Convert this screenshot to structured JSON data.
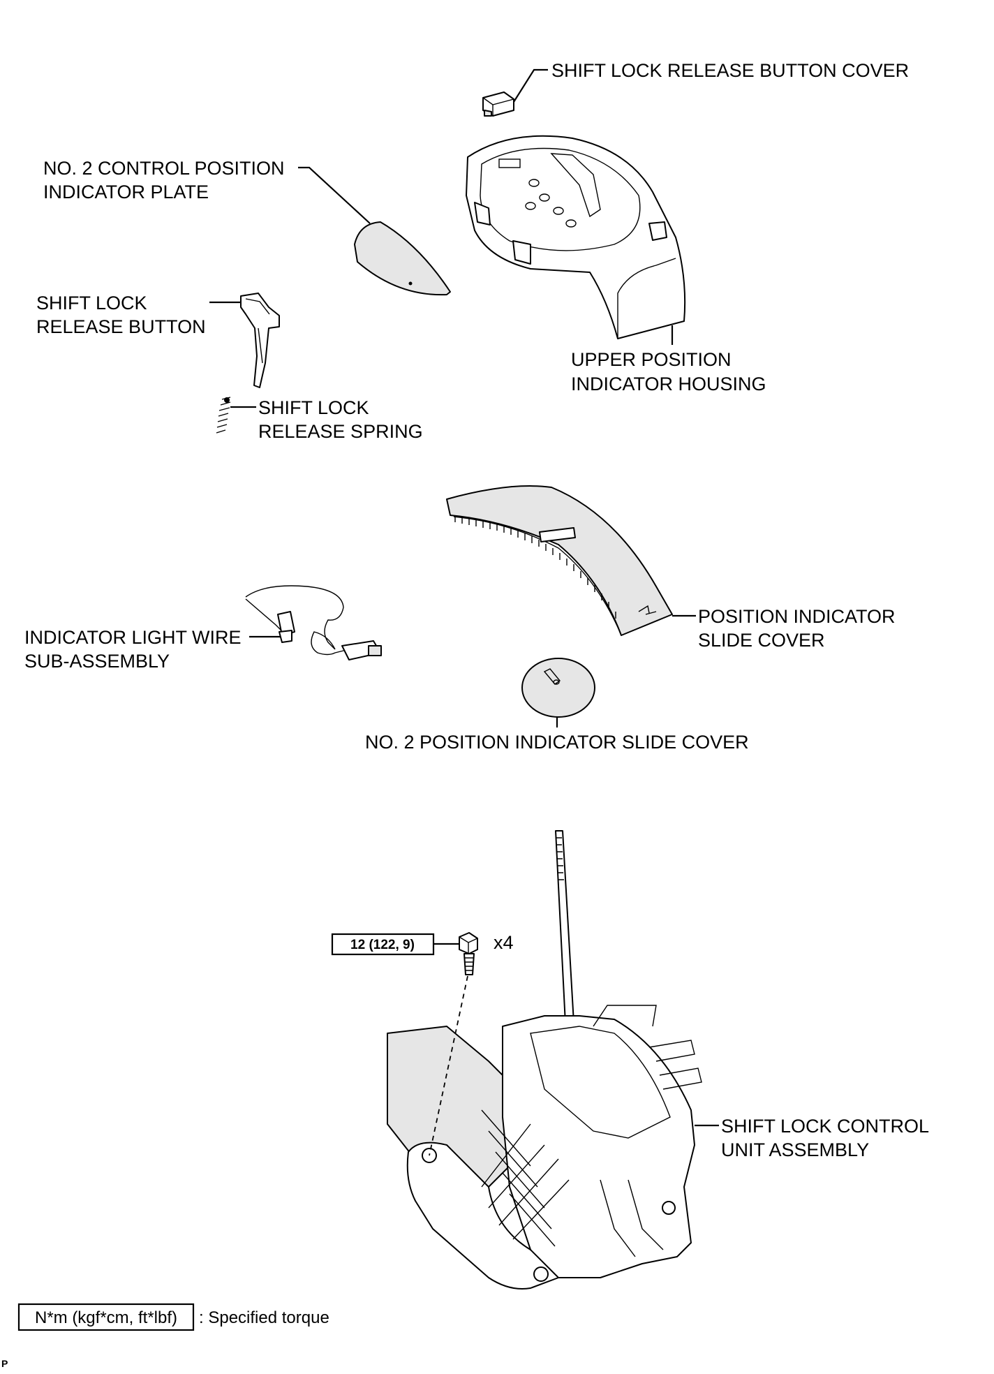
{
  "labels": {
    "shift_lock_release_button_cover": "SHIFT LOCK RELEASE BUTTON COVER",
    "no2_control_position_indicator_plate_l1": "NO. 2 CONTROL POSITION",
    "no2_control_position_indicator_plate_l2": "INDICATOR PLATE",
    "shift_lock_release_button_l1": "SHIFT LOCK",
    "shift_lock_release_button_l2": "RELEASE BUTTON",
    "upper_position_indicator_housing_l1": "UPPER POSITION",
    "upper_position_indicator_housing_l2": "INDICATOR HOUSING",
    "shift_lock_release_spring_l1": "SHIFT LOCK",
    "shift_lock_release_spring_l2": "RELEASE SPRING",
    "position_indicator_slide_cover_l1": "POSITION INDICATOR",
    "position_indicator_slide_cover_l2": "SLIDE COVER",
    "indicator_light_wire_l1": "INDICATOR LIGHT WIRE",
    "indicator_light_wire_l2": "SUB-ASSEMBLY",
    "no2_position_indicator_slide_cover": "NO. 2 POSITION INDICATOR SLIDE COVER",
    "shift_lock_control_unit_l1": "SHIFT LOCK CONTROL",
    "shift_lock_control_unit_l2": "UNIT ASSEMBLY"
  },
  "torque": {
    "value": "12 (122, 9)",
    "quantity": "x4"
  },
  "legend": {
    "box_text": "N*m (kgf*cm, ft*lbf)",
    "description": ": Specified torque"
  },
  "corner_mark": "P"
}
